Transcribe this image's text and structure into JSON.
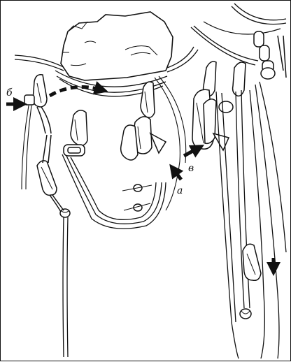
{
  "figure": {
    "labels": {
      "a": "а",
      "b": "б",
      "v": "в"
    },
    "colors": {
      "ink": "#111111",
      "paper": "#ffffff"
    },
    "icons": [
      "arrow-icon",
      "dashed-arrow-icon"
    ]
  }
}
